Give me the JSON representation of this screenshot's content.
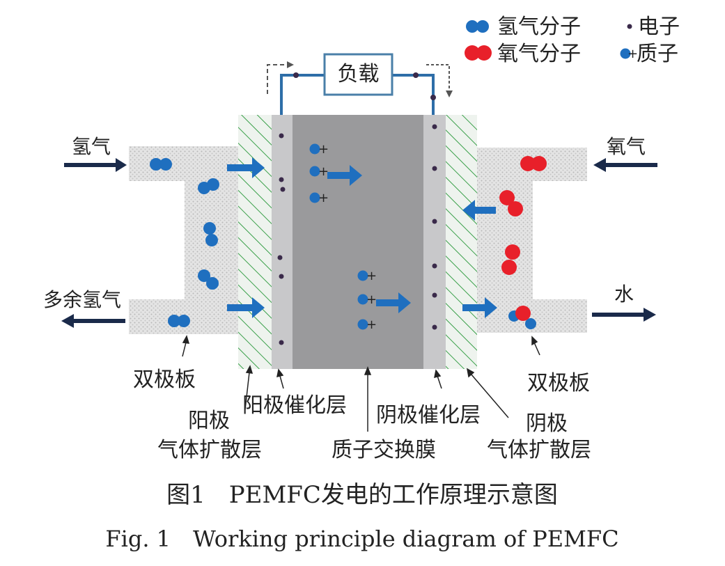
{
  "legend": {
    "hydrogen_molecule": "氢气分子",
    "electron": "电子",
    "oxygen_molecule": "氧气分子",
    "proton": "质子"
  },
  "load": "负载",
  "inlets": {
    "hydrogen_in": "氢气",
    "hydrogen_excess": "多余氢气",
    "oxygen_in": "氧气",
    "water_out": "水"
  },
  "components": {
    "bipolar_plate_left": "双极板",
    "bipolar_plate_right": "双极板",
    "anode_gdl_line1": "阳极",
    "anode_gdl_line2": "气体扩散层",
    "anode_catalyst": "阳极催化层",
    "membrane": "质子交换膜",
    "cathode_catalyst": "阴极催化层",
    "cathode_gdl_line1": "阴极",
    "cathode_gdl_line2": "气体扩散层"
  },
  "caption": {
    "cn": "图1　PEMFC发电的工作原理示意图",
    "en": "Fig. 1　Working principle diagram of PEMFC"
  },
  "colors": {
    "hydrogen": "#1f6fbf",
    "oxygen": "#e8202a",
    "electron": "#3a2a4a",
    "arrow_blue": "#1f6fbf",
    "arrow_dark": "#1a2a4a",
    "membrane": "#9a9a9c",
    "catalyst": "#c8c8ca",
    "gdl_hatch": "#3aa04a",
    "wire": "#2e6ea8"
  }
}
